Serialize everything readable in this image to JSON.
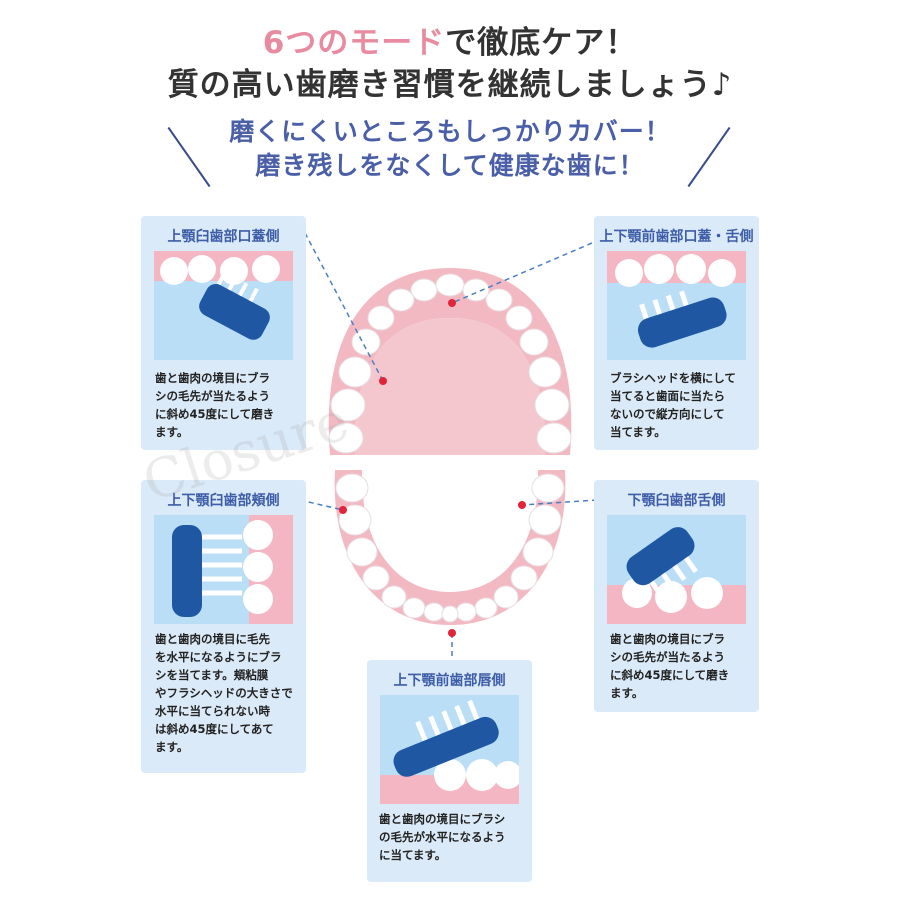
{
  "header": {
    "line1_accent": "6つのモード",
    "line1_rest": "で徹底ケア！",
    "line2": "質の高い歯磨き習慣を継続しましょう♪",
    "sub1": "磨くにくいところもしっかりカバー！",
    "sub2": "磨き残しをなくして健康な歯に！"
  },
  "cards": {
    "upper_molar_palatal": {
      "title": "上顎臼歯部口蓋側",
      "text": "歯と歯肉の境目にブラ\nシの毛先が当たるよう\nに斜め45度にして磨き\nます。"
    },
    "front_palatal_lingual": {
      "title": "上下顎前歯部口蓋・舌側",
      "text": "ブラシヘッドを横にして\n当てると歯面に当たら\nないので縦方向にして\n当てます。"
    },
    "molar_buccal": {
      "title": "上下顎臼歯部頬側",
      "text": "歯と歯肉の境目に毛先\nを水平になるようにブラ\nシを当てます。頬粘膜\nやフラシヘッドの大きさで\n水平に当てられない時\nは斜め45度にしてあて\nます。"
    },
    "lower_molar_lingual": {
      "title": "下顎臼歯部舌側",
      "text": "歯と歯肉の境目にブラ\nシの毛先が当たるよう\nに斜め45度にして磨き\nます。"
    },
    "front_labial": {
      "title": "上下顎前歯部唇側",
      "text": "歯と歯肉の境目にブラシ\nの毛先が水平になるよう\nに当てます。"
    }
  },
  "watermark": "Closure",
  "colors": {
    "accent_pink": "#e88aa0",
    "title_blue": "#3e5da8",
    "card_bg": "#dbeaf8",
    "gum": "#f3b9c3",
    "dot": "#e0243c"
  }
}
